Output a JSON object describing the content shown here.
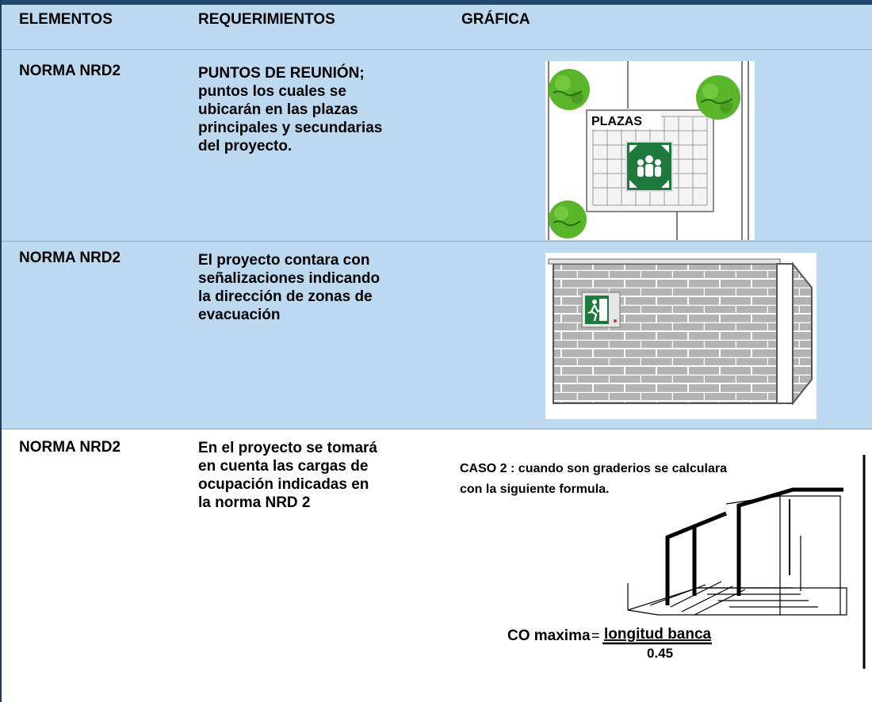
{
  "headers": {
    "elementos": "ELEMENTOS",
    "requerimientos": "REQUERIMIENTOS",
    "grafica": "GRÁFICA"
  },
  "rows": [
    {
      "elemento": "NORMA NRD2",
      "requerimiento_lines": [
        "PUNTOS DE REUNIÓN;",
        "puntos los cuales se",
        "ubicarán en las plazas",
        "principales y secundarias",
        "del proyecto."
      ],
      "grafica_label": "PLAZAS"
    },
    {
      "elemento": "NORMA NRD2",
      "requerimiento_lines": [
        "El proyecto contara con",
        "señalizaciones indicando",
        "la dirección de zonas de",
        "evacuación"
      ]
    },
    {
      "elemento": "NORMA NRD2",
      "requerimiento_lines": [
        "En el proyecto se tomará",
        "en cuenta las cargas de",
        "ocupación indicadas en",
        "la norma NRD 2"
      ],
      "grafica": {
        "caption_line1": "CASO 2 : cuando son graderios se calculara",
        "caption_line2": "con la siguiente formula.",
        "formula_lhs": "CO maxima",
        "formula_eq": "=",
        "formula_numerator": "longitud banca",
        "formula_denominator": "0.45"
      }
    }
  ],
  "colors": {
    "row_blue": "#bcd9ef",
    "top_bar": "#1f4a6e",
    "tree_green": "#59b52a",
    "sign_green": "#1e7a3c"
  },
  "icons": [
    "tree-icon",
    "assembly-point-sign-icon",
    "emergency-exit-sign-icon"
  ]
}
